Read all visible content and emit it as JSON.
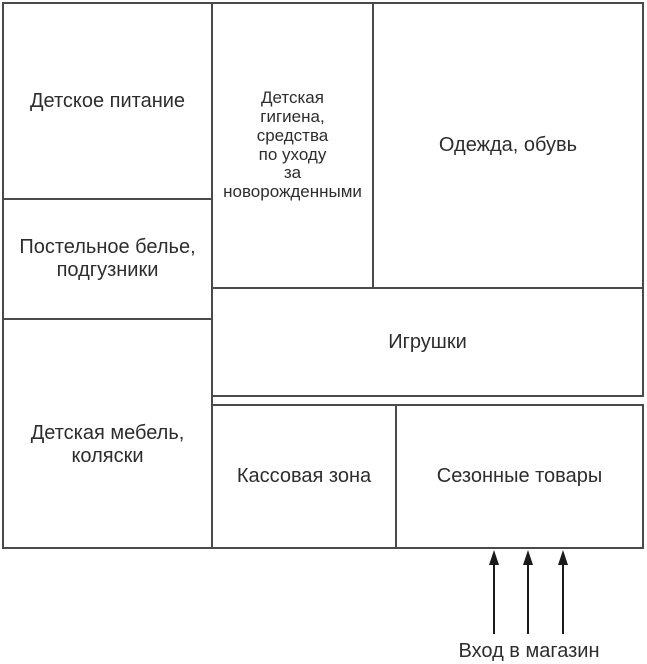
{
  "diagram": {
    "type": "store-floor-plan",
    "zones": [
      {
        "id": "baby-food",
        "label": "Детское питание"
      },
      {
        "id": "bedding",
        "label": "Постельное белье,\nподгузники"
      },
      {
        "id": "furniture",
        "label": "Детская мебель,\nколяски"
      },
      {
        "id": "hygiene",
        "label": "Детская\nгигиена,\nсредства\nпо уходу\nза\nноворожденными"
      },
      {
        "id": "clothes",
        "label": "Одежда, обувь"
      },
      {
        "id": "toys",
        "label": "Игрушки"
      },
      {
        "id": "checkout",
        "label": "Кассовая зона"
      },
      {
        "id": "seasonal",
        "label": "Сезонные товары"
      }
    ],
    "entrance": {
      "label": "Вход в магазин",
      "arrow_count": 3,
      "arrow_direction": "up"
    }
  },
  "colors": {
    "background": "#ffffff",
    "wall_line": "#4a4a4a",
    "text": "#2d2d2d",
    "arrow": "#1a1a1a"
  }
}
